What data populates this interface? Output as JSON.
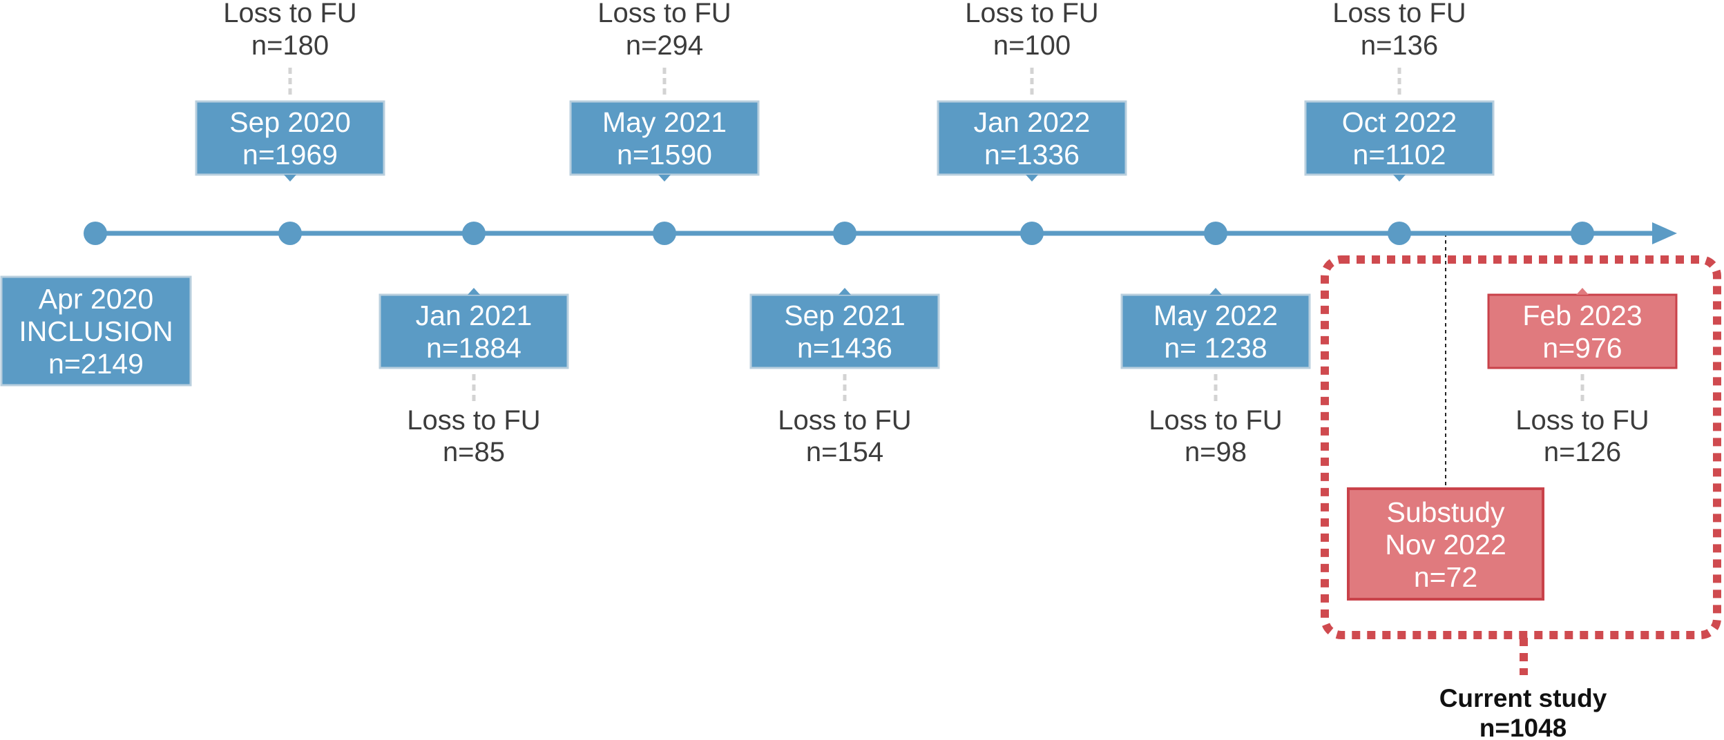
{
  "colors": {
    "timeline": "#5b9bc5",
    "box_blue": "#5b9bc5",
    "box_blue_border": "#b9cfde",
    "box_red": "#e07a7e",
    "box_red_border": "#c9424a",
    "dotted_frame": "#cf4a4f",
    "connector": "#d3d3d3",
    "text_dark": "#3c3c3c",
    "text_black": "#111111"
  },
  "inclusion": {
    "date": "Apr 2020",
    "label": "INCLUSION",
    "n": "n=2149"
  },
  "timepoints": [
    {
      "date": "Sep 2020",
      "n": "n=1969",
      "loss_label": "Loss to FU",
      "loss_n": "n=180",
      "side": "top",
      "color": "blue"
    },
    {
      "date": "Jan 2021",
      "n": "n=1884",
      "loss_label": "Loss to FU",
      "loss_n": "n=85",
      "side": "bottom",
      "color": "blue"
    },
    {
      "date": "May 2021",
      "n": "n=1590",
      "loss_label": "Loss to FU",
      "loss_n": "n=294",
      "side": "top",
      "color": "blue"
    },
    {
      "date": "Sep 2021",
      "n": "n=1436",
      "loss_label": "Loss to FU",
      "loss_n": "n=154",
      "side": "bottom",
      "color": "blue"
    },
    {
      "date": "Jan 2022",
      "n": "n=1336",
      "loss_label": "Loss to FU",
      "loss_n": "n=100",
      "side": "top",
      "color": "blue"
    },
    {
      "date": "May 2022",
      "n": "n= 1238",
      "loss_label": "Loss to FU",
      "loss_n": "n=98",
      "side": "bottom",
      "color": "blue"
    },
    {
      "date": "Oct 2022",
      "n": "n=1102",
      "loss_label": "Loss to FU",
      "loss_n": "n=136",
      "side": "top",
      "color": "blue"
    },
    {
      "date": "Feb 2023",
      "n": "n=976",
      "loss_label": "Loss to FU",
      "loss_n": "n=126",
      "side": "bottom",
      "color": "red"
    }
  ],
  "substudy": {
    "label": "Substudy",
    "date": "Nov 2022",
    "n": "n=72"
  },
  "current_study": {
    "label": "Current study",
    "n": "n=1048"
  }
}
